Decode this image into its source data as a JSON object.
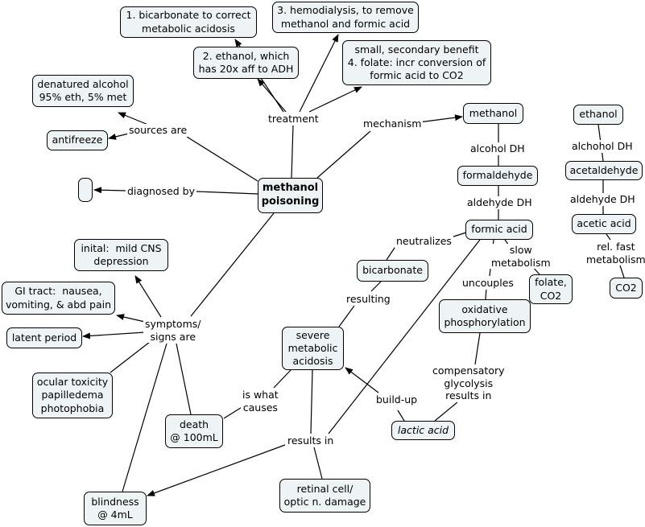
{
  "nodes": {
    "main": "methanol\npoisoning",
    "bicarb_correct": "1. bicarbonate to correct\nmetabolic acidosis",
    "hemodialysis": "3. hemodialysis, to remove\nmethanol and formic acid",
    "ethanol_adh": "2. ethanol, which\nhas 20x aff to ADH",
    "folate_benefit": "small, secondary benefit\n4. folate: incr conversion of\nformic acid to CO2",
    "denatured": "denatured alcohol\n95% eth, 5% met",
    "antifreeze": "antifreeze",
    "blank": "",
    "methanol": "methanol",
    "formaldehyde": "formaldehyde",
    "formic_acid": "formic acid",
    "bicarbonate": "bicarbonate",
    "folate_co2": "folate,\nCO2",
    "oxphos": "oxidative\nphosphorylation",
    "ethanol": "ethanol",
    "acetaldehyde": "acetaldehyde",
    "acetic_acid": "acetic acid",
    "co2": "CO2",
    "initial": "inital:  mild CNS\ndepression",
    "gi": "GI tract:  nausea,\nvomiting, & abd pain",
    "latent": "latent period",
    "ocular": "ocular toxicity\npapilledema\nphotophobia",
    "severe": "severe\nmetabolic\nacidosis",
    "death": "death\n@ 100mL",
    "lactic": "lactic acid",
    "blindness": "blindness\n@ 4mL",
    "retinal": "retinal cell/\noptic n. damage"
  },
  "labels": {
    "treatment": "treatment",
    "mechanism": "mechanism",
    "sources": "sources are",
    "diagnosed": "diagnosed by",
    "symptoms": "symptoms/\nsigns are",
    "alcohol_dh_1": "alcohol DH",
    "aldehyde_dh_1": "aldehyde DH",
    "neutralizes": "neutralizes",
    "slow": "slow\nmetabolism",
    "uncouples": "uncouples",
    "resulting": "resulting",
    "comp": "compensatory\nglycolysis\nresults in",
    "buildup": "build-up",
    "what_causes": "is what\ncauses",
    "results_in": "results in",
    "alcohol_dh_2": "alchohol DH",
    "aldehyde_dh_2": "aldehyde DH",
    "rel_fast": "rel. fast\nmetabolism"
  }
}
